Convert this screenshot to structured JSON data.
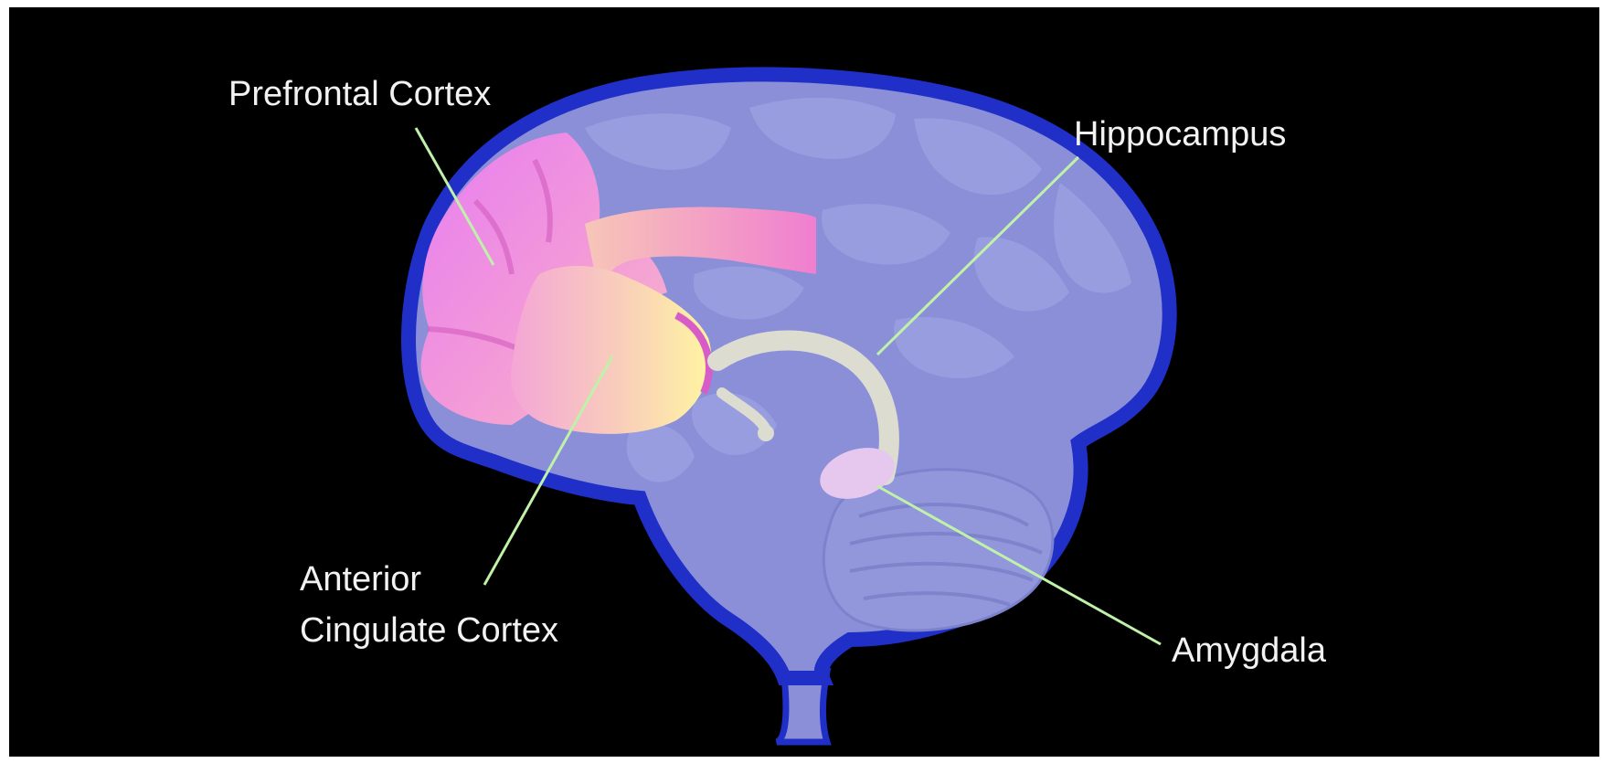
{
  "labels": {
    "prefrontal_cortex": "Prefrontal Cortex",
    "hippocampus": "Hippocampus",
    "anterior_cingulate_line1": "Anterior",
    "anterior_cingulate_line2": "Cingulate Cortex",
    "amygdala": "Amygdala"
  },
  "colors": {
    "background": "#000000",
    "brain_outline": "#1f2fc8",
    "brain_fill": "#8a8fd8",
    "prefrontal": "#f07ad8",
    "anterior_cingulate": "#fff2a0",
    "hippocampus": "#dcdcd0",
    "amygdala": "#e6c8ee",
    "leader_lines": "#bff2a8",
    "label_text": "#f2f2f2"
  }
}
